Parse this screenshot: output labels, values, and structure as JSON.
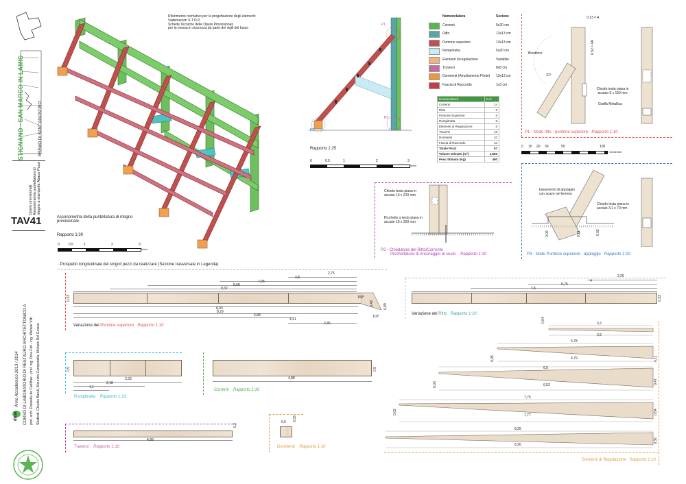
{
  "sheet": {
    "code": "TAV41",
    "place": "STIGNANO - SAN MARCO IN LAMIS",
    "site": "EREMO DI SANT'AGOSTINO",
    "subject": "Opere previsionali: Assonometria puntellatura di ritegno a stampella Abaco Pezzi",
    "logo_text": "dicar",
    "year": "Anno Accademico 2013 / 2014",
    "course": "CORSO DI LABORATORIO DI RESTAURO ARCHITETTONICO A",
    "professors": "prof. arch. Rossella de Cadilhac - prof. ing. Dora Foti - ing. Michele Vitti",
    "students": "Studenti: Claudio Baruti, Maurizio Campanella, Michele Del Grosso"
  },
  "reference": {
    "lines": [
      "Riferimento normativo per la progettazione degli elementi:",
      "Vademecum S.T.O.P.",
      "Schede Tecniche delle Opere Provvisionali",
      "per la messa in sicurezza da parte dei vigili del fuoco"
    ]
  },
  "axon": {
    "caption": "Assonometria della puntellatura di ritegno previsionale",
    "scale": "Rapporto 1:30",
    "ticks": [
      "0",
      "0.5",
      "1",
      "2",
      "3"
    ],
    "unit": "Metri"
  },
  "section": {
    "scale": "Rapporto 1:25",
    "ticks": [
      "0",
      "0.5",
      "1",
      "2",
      "3"
    ],
    "unit": "Metri",
    "p1": "P1",
    "p2": "P2",
    "p3": "P3"
  },
  "legend": {
    "h_name": "Nomenclatura",
    "h_sec": "Sezione",
    "rows": [
      {
        "name": "Correnti",
        "sec": "5x20 cm",
        "color": "#5ab452"
      },
      {
        "name": "Ritto",
        "sec": "13x13 cm",
        "color": "#5aa6a6"
      },
      {
        "name": "Puntone superiore",
        "sec": "13x13 cm",
        "color": "#c0504d"
      },
      {
        "name": "Rompitratta",
        "sec": "5x20 cm",
        "color": "#c9ecf4"
      },
      {
        "name": "Elementi di regolazione",
        "sec": "Variabile",
        "color": "#f2b27a"
      },
      {
        "name": "Traversi",
        "sec": "8x8 cm",
        "color": "#c86aa0"
      },
      {
        "name": "Dormienti (Ampliamento Piede)",
        "sec": "13x13 cm",
        "color": "#e89a40"
      },
      {
        "name": "Fascia di Raccordo",
        "sec": "1x3 cm",
        "color": "#c83a4e"
      }
    ]
  },
  "pieces": {
    "h_name": "Nomenclatura",
    "h_n": "N.P.",
    "rows": [
      {
        "name": "Correnti",
        "n": "14"
      },
      {
        "name": "Ritto",
        "n": "5"
      },
      {
        "name": "Puntone Superiore",
        "n": "5"
      },
      {
        "name": "Rompitratta",
        "n": "8"
      },
      {
        "name": "Elementi di Regolazione",
        "n": "5"
      },
      {
        "name": "Traversi",
        "n": "13"
      },
      {
        "name": "Dormienti",
        "n": "10"
      },
      {
        "name": "Fascia di Raccordo",
        "n": "10"
      },
      {
        "name": "Totale Pezzi",
        "n": "57"
      },
      {
        "name": "Volume Stimato (m³)",
        "n": "1,666"
      },
      {
        "name": "Peso Stimato (Kg)",
        "n": "490"
      }
    ]
  },
  "p1": {
    "dim_top": "0.13 = A",
    "dim_side": "0.52 = 4A",
    "bisettrice": "Bisettrice",
    "angle": "31°",
    "note1": "Chiodo testa piana in acciaio 5 x 150 mm",
    "note2": "Graffa Metallica",
    "title": "P1 - Nodo ritto - puntone superiore",
    "scale": "Rapporto 1:10",
    "ticks": [
      "0",
      "10",
      "20",
      "30",
      "50",
      "100"
    ],
    "unit": "Centimetri"
  },
  "p2": {
    "note1": "Chiodo testa piana in acciaio 10 x 220 mm",
    "note2": "Picchetto a testa piana in acciaio 10 x 250 mm",
    "title": "P2 - Chiodatura del Ritto/Corrente",
    "subtitle": "Picchettatura di Ancoraggio al suolo",
    "scale": "Rapporto 1:10"
  },
  "p3": {
    "note1": "basamento di appoggio con scavo nel terreno",
    "note2": "Chiodo testa piana in acciaio 3,1 x 70 mm",
    "d1": "0.06",
    "d2": "0.21",
    "d3": "0.02",
    "title": "P3 - Nodo Puntone superiore - appoggio",
    "scale": "Rapporto 1:10"
  },
  "prospetto": {
    "title": "Prospetto longitudinale dei singoli pezzi da realizzare (Sezione trasversale in Legenda)"
  },
  "puntone": {
    "dims_top": [
      "2,75",
      "4,8",
      "7,05",
      "8,68",
      "9,32"
    ],
    "dims_bottom": [
      "8,93",
      "8,29",
      "6,88",
      "4,41",
      "2,36"
    ],
    "h": "0,33",
    "a1": "150°",
    "a2": "0,48",
    "a3": "0,89",
    "a4": "110°",
    "label_pre": "Variazione del ",
    "label_name": "Puntone superiore",
    "scale": "Rapporto 1:10"
  },
  "ritto": {
    "dims": [
      "2,25",
      "4",
      "5,75",
      "7,5"
    ],
    "h": "0,33",
    "label_pre": "Variazione del ",
    "label_name": "Ritto",
    "scale": "Rapporto 1:10"
  },
  "rompitratta": {
    "h": "0,5",
    "dims": [
      "1,1",
      "2,18",
      "3,33"
    ],
    "label": "Rompitratta",
    "scale": "Rapporto 1:10"
  },
  "correnti": {
    "len": "4,88",
    "h": "0,5",
    "label": "Correnti",
    "scale": "Rapporto 1:10"
  },
  "traversi": {
    "len": "4,88",
    "h": "0,2",
    "label": "Traversi",
    "scale": "Rapporto 1:10"
  },
  "dormienti": {
    "w": "0,5",
    "h": "0,33",
    "label": "Dormienti",
    "scale": "Rapporto 1:10"
  },
  "regolazione": {
    "wedges": [
      {
        "top": "3,2",
        "bot": "3,2",
        "hl": "0,04",
        "hr": ""
      },
      {
        "top": "4,78",
        "bot": "4,79",
        "hl": "0,05",
        "hr": "0,11"
      },
      {
        "top": "6,5",
        "bot": "6,52",
        "hl": "0,03",
        "hr": "0,47"
      },
      {
        "top": "7,75",
        "bot": "7,77",
        "hl": "0,02",
        "hr": "0,54"
      },
      {
        "top": "8,25",
        "bot": "8,26",
        "hl": "",
        "hr": "0,36"
      }
    ],
    "label": "Elementi di Regolazione",
    "scale": "Rapporto 1:10"
  }
}
